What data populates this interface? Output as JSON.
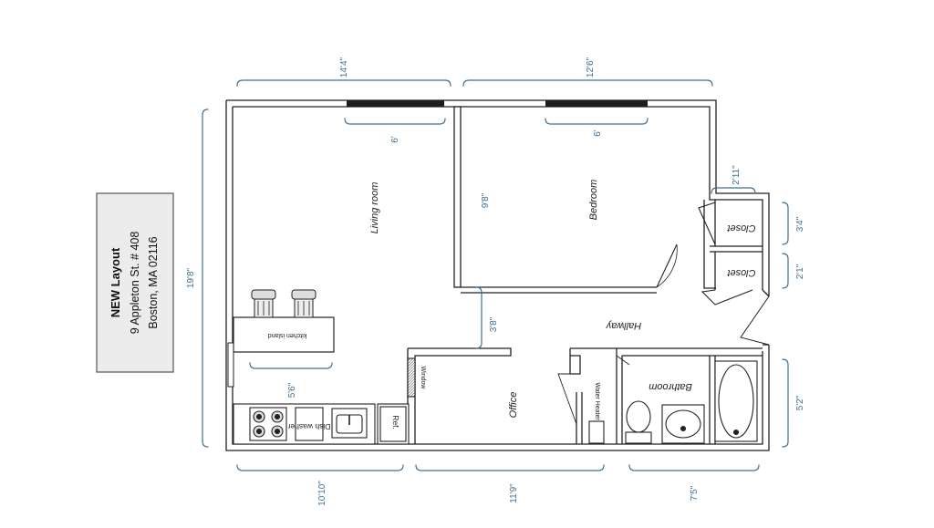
{
  "title_block": {
    "title": "NEW Layout",
    "address_line1": "9 Appleton St. # 408",
    "address_line2": "Boston, MA 02116"
  },
  "rooms": {
    "living_room": "Living room",
    "bedroom": "Bedroom",
    "hallway": "Hallway",
    "office": "Office",
    "bathroom": "Bathroom",
    "closet_1": "Closet",
    "closet_2": "Closet"
  },
  "fixtures": {
    "kitchen_island": "kitchen island",
    "dishwasher": "Dish washer",
    "refrigerator": "Ref.",
    "water_heater": "Water Heater",
    "window": "Window"
  },
  "dimensions": {
    "top_left": "14'4\"",
    "top_right": "12'6\"",
    "left_height": "19'8\"",
    "living_window": "6'",
    "bedroom_window": "6'",
    "bedroom_height": "9'8\"",
    "hall_gap": "3'8\"",
    "island_width": "5'6\"",
    "closet_width": "2'11\"",
    "closet_1_height": "3'4\"",
    "closet_2_height": "2'1\"",
    "bath_height": "5'2\"",
    "bottom_left": "10'10\"",
    "bottom_mid": "11'9\"",
    "bottom_right": "7'5\""
  },
  "colors": {
    "dimension": "#3f6f8f",
    "wall": "#222222",
    "window": "#1c1c1c",
    "title_block_fill": "#ececec"
  }
}
